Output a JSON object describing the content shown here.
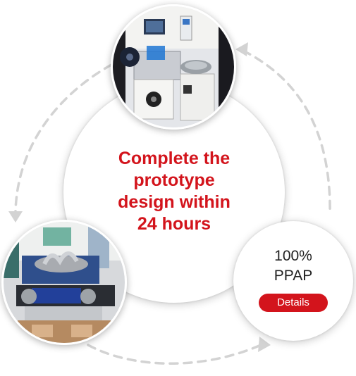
{
  "center": {
    "headline": "Complete the\nprototype\ndesign within\n24 hours"
  },
  "ppap": {
    "text": "100%\nPPAP",
    "details_label": "Details"
  },
  "colors": {
    "accent": "#d3141c",
    "ring": "#cfcfcf"
  }
}
